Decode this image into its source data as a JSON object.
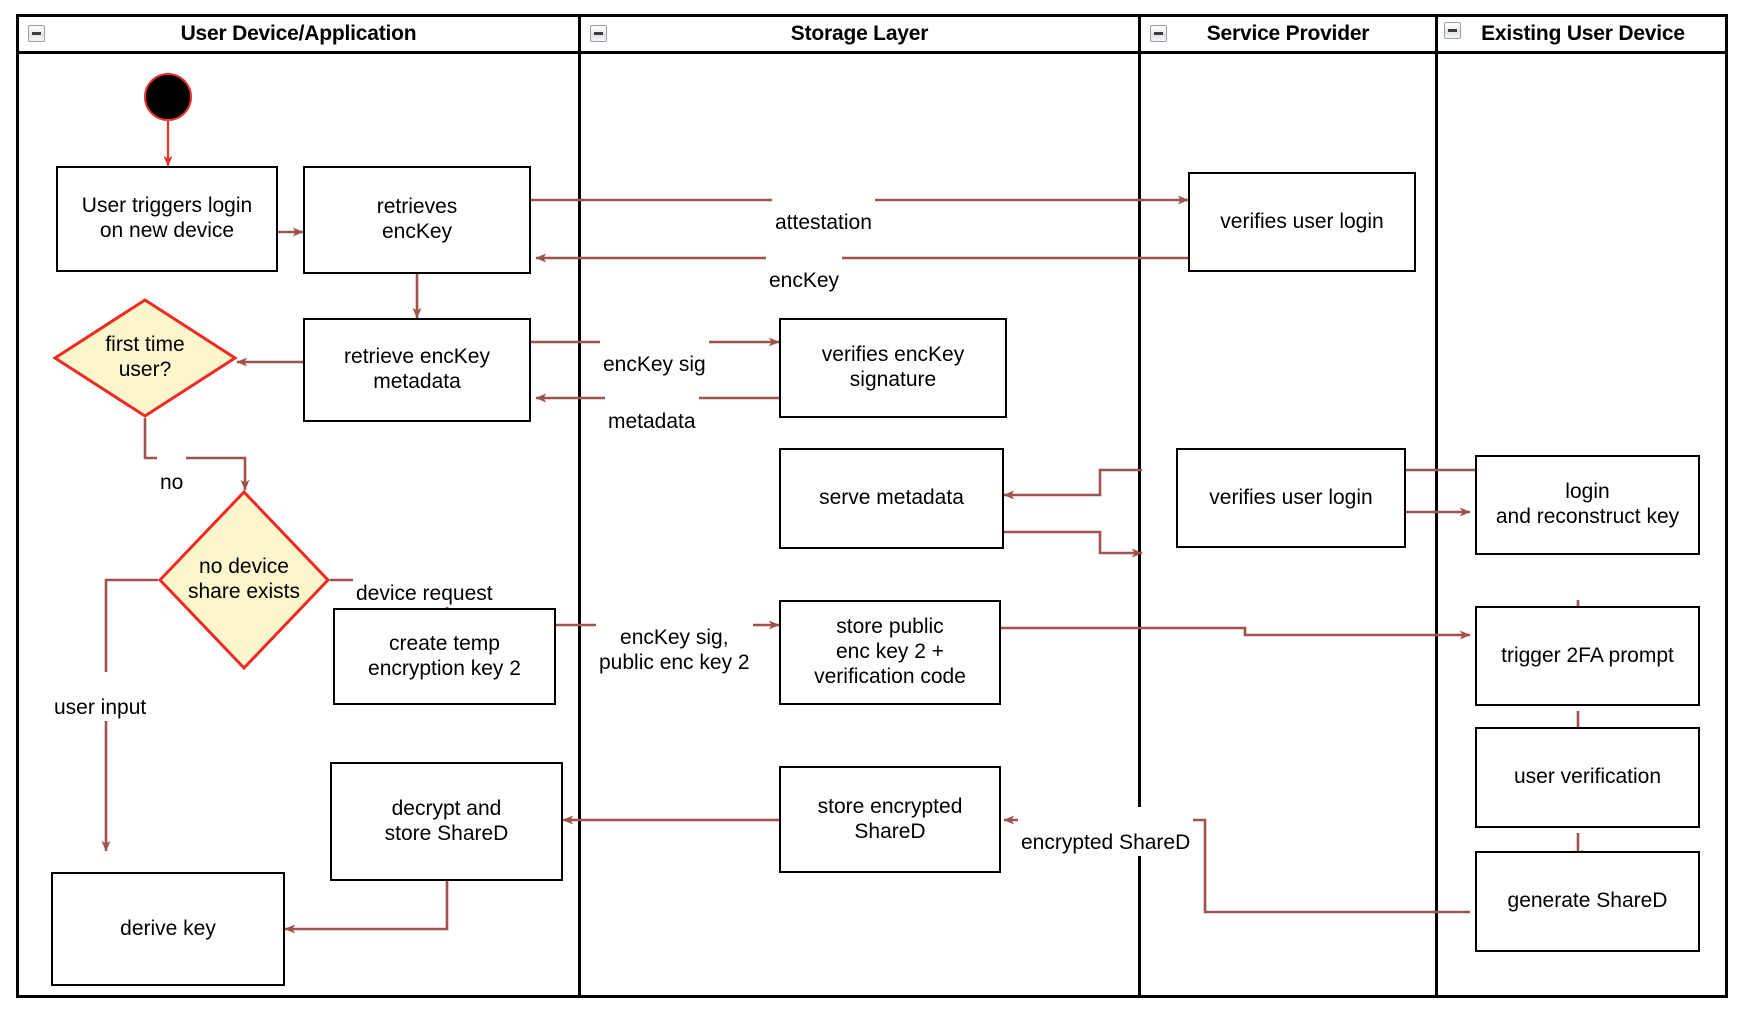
{
  "diagram": {
    "type": "uml-activity-swimlane",
    "colors": {
      "edge": "#a0524c",
      "node_border": "#000000",
      "decision_border": "#ee2a22",
      "decision_fill": "#fbf6cc",
      "lane_border": "#000000",
      "start_ring": "#e8322a",
      "start_fill": "#000000",
      "background": "#ffffff"
    },
    "lanes": [
      {
        "id": "user-device",
        "label": "User Device/Application",
        "collapse_icon": "minus-icon"
      },
      {
        "id": "storage-layer",
        "label": "Storage Layer",
        "collapse_icon": "minus-icon"
      },
      {
        "id": "service-provider",
        "label": "Service Provider",
        "collapse_icon": "minus-icon"
      },
      {
        "id": "existing-user-device",
        "label": "Existing User Device",
        "collapse_icon": "minus-icon"
      }
    ],
    "start_node": {
      "name": "initial-node",
      "lane": "user-device"
    },
    "nodes": [
      {
        "id": "n1",
        "lane": "user-device",
        "label": "User triggers login\non new device"
      },
      {
        "id": "n2",
        "lane": "user-device",
        "label": "retrieves\nencKey"
      },
      {
        "id": "n3",
        "lane": "user-device",
        "label": "retrieve encKey\nmetadata"
      },
      {
        "id": "n4",
        "lane": "user-device",
        "label": "create temp\nencryption key 2"
      },
      {
        "id": "n5",
        "lane": "user-device",
        "label": "decrypt and\nstore ShareD"
      },
      {
        "id": "n6",
        "lane": "user-device",
        "label": "derive key"
      },
      {
        "id": "n7",
        "lane": "storage-layer",
        "label": "verifies encKey\nsignature"
      },
      {
        "id": "n8",
        "lane": "storage-layer",
        "label": "serve metadata"
      },
      {
        "id": "n9",
        "lane": "storage-layer",
        "label": "store public\nenc key 2 +\nverification code"
      },
      {
        "id": "n10",
        "lane": "storage-layer",
        "label": "store encrypted\nShareD"
      },
      {
        "id": "n11",
        "lane": "service-provider",
        "label": "verifies user login"
      },
      {
        "id": "n12",
        "lane": "service-provider",
        "label": "verifies user login"
      },
      {
        "id": "n13",
        "lane": "existing-user-device",
        "label": "login\nand reconstruct key"
      },
      {
        "id": "n14",
        "lane": "existing-user-device",
        "label": "trigger 2FA prompt"
      },
      {
        "id": "n15",
        "lane": "existing-user-device",
        "label": "user verification"
      },
      {
        "id": "n16",
        "lane": "existing-user-device",
        "label": "generate ShareD"
      }
    ],
    "decisions": [
      {
        "id": "d1",
        "lane": "user-device",
        "label": "first time\nuser?"
      },
      {
        "id": "d2",
        "lane": "user-device",
        "label": "no device\nshare exists"
      }
    ],
    "edge_labels": [
      {
        "id": "e1",
        "text": "attestation"
      },
      {
        "id": "e2",
        "text": "encKey"
      },
      {
        "id": "e3",
        "text": "encKey sig"
      },
      {
        "id": "e4",
        "text": "metadata"
      },
      {
        "id": "e5",
        "text": "no"
      },
      {
        "id": "e6",
        "text": "device request"
      },
      {
        "id": "e7",
        "text": "encKey sig,\npublic enc key 2"
      },
      {
        "id": "e8",
        "text": "user input"
      },
      {
        "id": "e9",
        "text": "encrypted ShareD"
      }
    ]
  }
}
